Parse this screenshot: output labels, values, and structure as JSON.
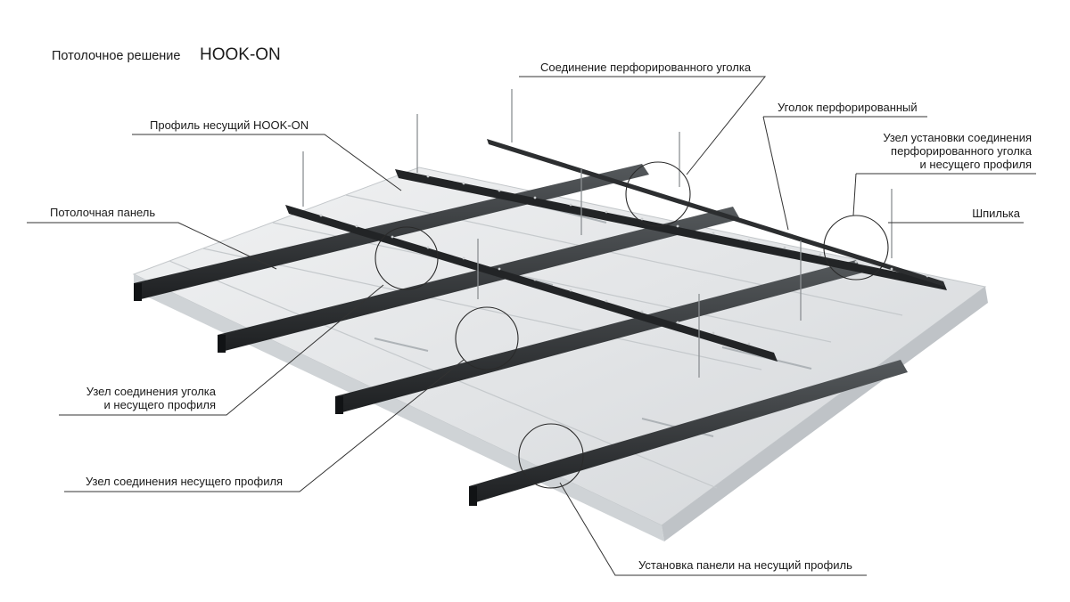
{
  "title": {
    "prefix": "Потолочное решение",
    "product": "HOOK-ON"
  },
  "labels": {
    "angle_joint": "Соединение перфорированного уголка",
    "perforated_angle": "Уголок перфорированный",
    "profile": "Профиль несущий HOOK-ON",
    "node_angle_profile": [
      "Узел установки соединения",
      "перфорированного уголка",
      "и несущего профиля"
    ],
    "panel": "Потолочная панель",
    "stud": "Шпилька",
    "node_corner_profile": [
      "Узел соединения уголка",
      "и несущего профиля"
    ],
    "node_profile_joint": "Узел соединения несущего профиля",
    "panel_install": "Установка панели на несущий профиль"
  },
  "colors": {
    "panel_light": "#e9ebed",
    "panel_mid": "#d6d9dc",
    "panel_shadow": "#b9bdc1",
    "profile_dark": "#2b2d2f",
    "profile_mid": "#45484b",
    "angle_dark": "#202224",
    "leader": "#333333"
  }
}
